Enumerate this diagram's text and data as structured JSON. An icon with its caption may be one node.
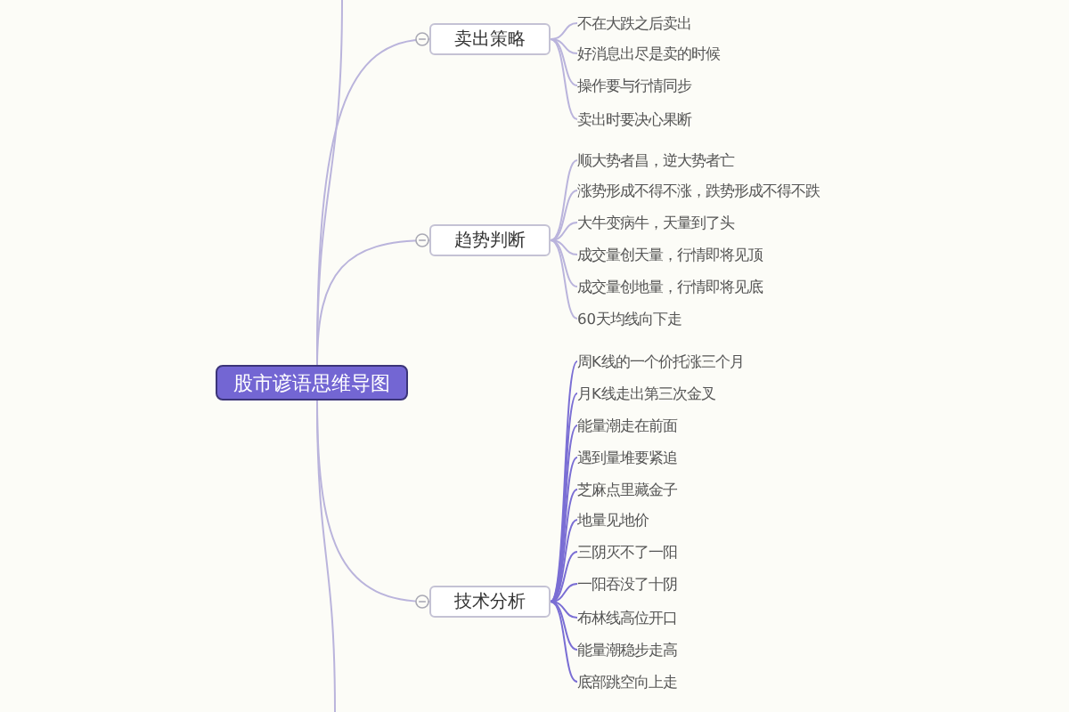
{
  "diagram": {
    "nodes": [
      {
        "text": [
          "股市谚语思维导图"
        ]
      },
      {
        "text": [
          "卖出策略"
        ]
      },
      {
        "text": [
          "不在大跌之后卖出"
        ]
      },
      {
        "text": [
          "好消息出尽是卖的时候"
        ]
      },
      {
        "text": [
          "操作要与行情同步"
        ]
      },
      {
        "text": [
          "卖出时要决心果断"
        ]
      },
      {
        "text": [
          "趋势判断"
        ]
      },
      {
        "text": [
          "顺大势者昌，逆大势者亡"
        ]
      },
      {
        "text": [
          "涨势形成不得不涨，跌势形成不得不跌"
        ]
      },
      {
        "text": [
          "大牛变病牛，天量到了头"
        ]
      },
      {
        "text": [
          "成交量创天量，行情即将见顶"
        ]
      },
      {
        "text": [
          "成交量创地量，行情即将见底"
        ]
      },
      {
        "text": [
          "60天均线向下走"
        ]
      },
      {
        "text": [
          "技术分析"
        ]
      },
      {
        "text": [
          "周K线的一个价托涨三个月"
        ]
      },
      {
        "text": [
          "月K线走出第三次金叉"
        ]
      },
      {
        "text": [
          "能量潮走在前面"
        ]
      },
      {
        "text": [
          "遇到量堆要紧追"
        ]
      },
      {
        "text": [
          "芝麻点里藏金子"
        ]
      },
      {
        "text": [
          "地量见地价"
        ]
      },
      {
        "text": [
          "三阴灭不了一阳"
        ]
      },
      {
        "text": [
          "一阳吞没了十阴"
        ]
      },
      {
        "text": [
          "布林线高位开口"
        ]
      },
      {
        "text": [
          "能量潮稳步走高"
        ]
      },
      {
        "text": [
          "底部跳空向上走"
        ]
      }
    ],
    "edges": [
      {
        "from": 0,
        "to": 1,
        "arrow": "other"
      },
      {
        "from": 1,
        "to": 2,
        "arrow": "none"
      },
      {
        "from": 1,
        "to": 3,
        "arrow": "none"
      },
      {
        "from": 1,
        "to": 4,
        "arrow": "none"
      },
      {
        "from": 1,
        "to": 5,
        "arrow": "none"
      },
      {
        "from": 0,
        "to": 6,
        "arrow": "other"
      },
      {
        "from": 6,
        "to": 7,
        "arrow": "none"
      },
      {
        "from": 6,
        "to": 8,
        "arrow": "none"
      },
      {
        "from": 6,
        "to": 9,
        "arrow": "none"
      },
      {
        "from": 6,
        "to": 10,
        "arrow": "none"
      },
      {
        "from": 6,
        "to": 11,
        "arrow": "none"
      },
      {
        "from": 6,
        "to": 12,
        "arrow": "none"
      },
      {
        "from": 0,
        "to": 13,
        "arrow": "other"
      },
      {
        "from": 13,
        "to": 14,
        "arrow": "none",
        "color": "#7a6ed4"
      },
      {
        "from": 13,
        "to": 15,
        "arrow": "none",
        "color": "#7a6ed4"
      },
      {
        "from": 13,
        "to": 16,
        "arrow": "none",
        "color": "#7a6ed4"
      },
      {
        "from": 13,
        "to": 17,
        "arrow": "none",
        "color": "#7a6ed4"
      },
      {
        "from": 13,
        "to": 18,
        "arrow": "none",
        "color": "#7a6ed4"
      },
      {
        "from": 13,
        "to": 19,
        "arrow": "none",
        "color": "#7a6ed4"
      },
      {
        "from": 13,
        "to": 20,
        "arrow": "none",
        "color": "#7a6ed4"
      },
      {
        "from": 13,
        "to": 21,
        "arrow": "none",
        "color": "#7a6ed4"
      },
      {
        "from": 13,
        "to": 22,
        "arrow": "none",
        "color": "#7a6ed4"
      },
      {
        "from": 13,
        "to": 23,
        "arrow": "none",
        "color": "#7a6ed4"
      },
      {
        "from": 13,
        "to": 24,
        "arrow": "none",
        "color": "#7a6ed4"
      },
      {
        "from": 0,
        "to": null,
        "arrow": "none"
      },
      {
        "from": 0,
        "to": null,
        "arrow": "none"
      }
    ]
  }
}
